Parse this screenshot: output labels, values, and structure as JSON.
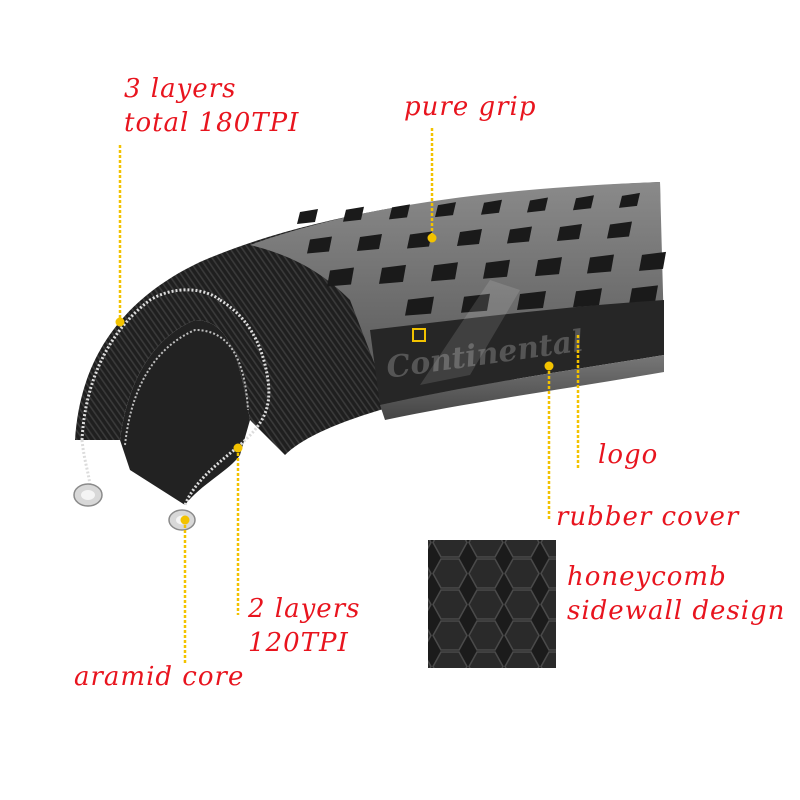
{
  "diagram": {
    "brand_logo_text": "Continental",
    "colors": {
      "label": "#e8141e",
      "leader": "#f2c200",
      "tire_dark": "#1a1a1a",
      "tread_gray": "#6d6d6d",
      "background": "#ffffff"
    },
    "labels": {
      "layers_3": {
        "line1": "3 layers",
        "line2": "total 180TPI"
      },
      "pure_grip": {
        "line1": "pure grip"
      },
      "logo": {
        "line1": "logo"
      },
      "rubber_cover": {
        "line1": "rubber cover"
      },
      "honeycomb": {
        "line1": "honeycomb",
        "line2": "sidewall design"
      },
      "layers_2": {
        "line1": "2 layers",
        "line2": "120TPI"
      },
      "aramid_core": {
        "line1": "aramid core"
      }
    }
  }
}
